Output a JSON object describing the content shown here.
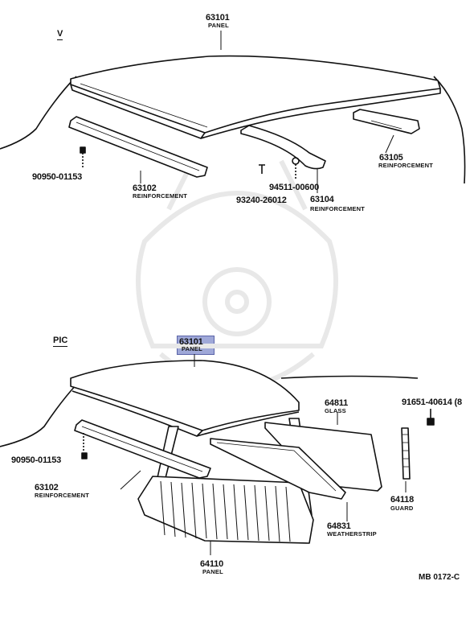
{
  "sections": {
    "top": "V",
    "bottom": "PIC"
  },
  "callouts": {
    "top_panel": {
      "number": "63101",
      "label": "PANEL"
    },
    "top_reinf_left": {
      "number": "63102",
      "label": "REINFORCEMENT"
    },
    "top_reinf_mid": {
      "number": "63104",
      "label": "REINFORCEMENT"
    },
    "top_reinf_right": {
      "number": "63105",
      "label": "REINFORCEMENT"
    },
    "top_clip": {
      "number": "90950-01153"
    },
    "top_screw": {
      "number": "93240-26012"
    },
    "top_nut": {
      "number": "94511-00600"
    },
    "bot_panel": {
      "number": "63101",
      "label": "PANEL"
    },
    "bot_glass": {
      "number": "64811",
      "label": "GLASS"
    },
    "bot_bolt": {
      "number": "91651-40614 (8"
    },
    "bot_clip": {
      "number": "90950-01153"
    },
    "bot_reinf": {
      "number": "63102",
      "label": "REINFORCEMENT"
    },
    "bot_guard": {
      "number": "64118",
      "label": "GUARD"
    },
    "bot_weather": {
      "number": "64831",
      "label": "WEATHERSTRIP"
    },
    "bot_back_panel": {
      "number": "64110",
      "label": "PANEL"
    }
  },
  "code": "MB 0172-C",
  "colors": {
    "ink": "#111111",
    "highlight": "#9fa8d8",
    "watermark": "#e6e6e6"
  }
}
